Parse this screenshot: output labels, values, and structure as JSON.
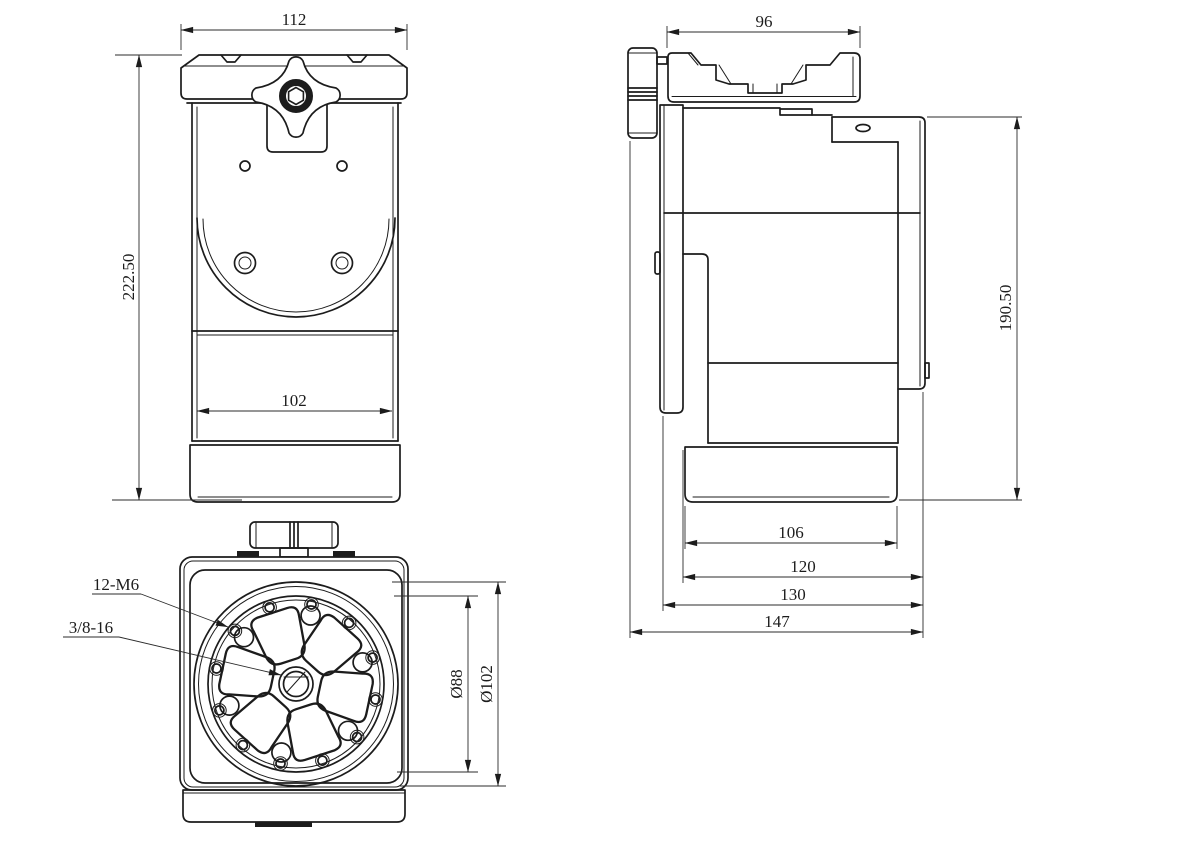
{
  "colors": {
    "line": "#1c1c1c",
    "background": "#ffffff"
  },
  "views": {
    "front": {
      "dim_width": "112",
      "dim_height": "222.50",
      "dim_inner_width": "102"
    },
    "side": {
      "dim_width": "96",
      "dim_height": "190.50",
      "dim_base": "106",
      "dim_mid": "120",
      "dim_body": "130",
      "dim_overall": "147"
    },
    "bottom": {
      "label_bolt_pattern": "12-M6",
      "label_center_thread": "3/8-16",
      "dim_dia_inner": "Ø88",
      "dim_dia_outer": "Ø102"
    }
  }
}
